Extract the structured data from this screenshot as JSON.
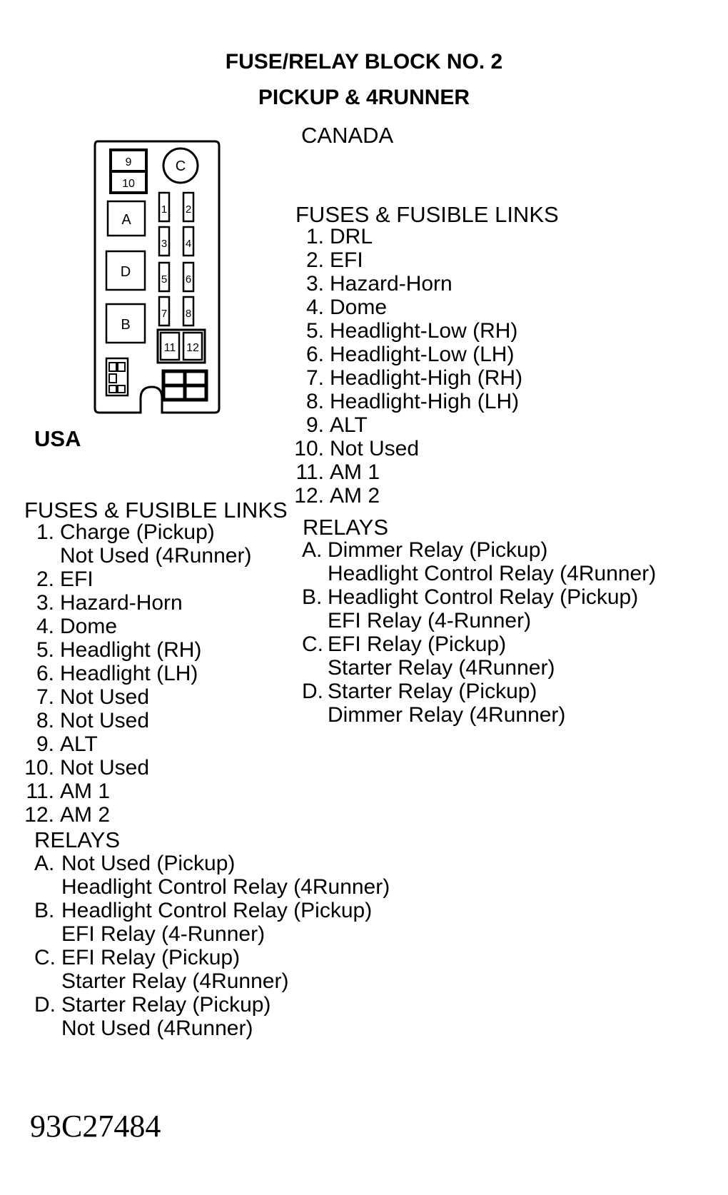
{
  "title_line1": "FUSE/RELAY BLOCK NO. 2",
  "title_line2": "PICKUP & 4RUNNER",
  "diagram": {
    "slots": [
      "9",
      "10",
      "C",
      "1",
      "2",
      "A",
      "3",
      "4",
      "D",
      "5",
      "6",
      "7",
      "8",
      "B",
      "11",
      "12"
    ]
  },
  "canada": {
    "heading": "CANADA",
    "fuses_heading": "FUSES & FUSIBLE LINKS",
    "fuses": [
      {
        "num": "1.",
        "text": "DRL"
      },
      {
        "num": "2.",
        "text": "EFI"
      },
      {
        "num": "3.",
        "text": "Hazard-Horn"
      },
      {
        "num": "4.",
        "text": "Dome"
      },
      {
        "num": "5.",
        "text": "Headlight-Low (RH)"
      },
      {
        "num": "6.",
        "text": "Headlight-Low (LH)"
      },
      {
        "num": "7.",
        "text": "Headlight-High (RH)"
      },
      {
        "num": "8.",
        "text": "Headlight-High (LH)"
      },
      {
        "num": "9.",
        "text": "ALT"
      },
      {
        "num": "10.",
        "text": "Not Used"
      },
      {
        "num": "11.",
        "text": "AM 1"
      },
      {
        "num": "12.",
        "text": "AM 2"
      }
    ],
    "relays_heading": "RELAYS",
    "relays": [
      {
        "num": "A.",
        "text": "Dimmer Relay (Pickup)"
      },
      {
        "num": "",
        "text": "Headlight Control Relay (4Runner)"
      },
      {
        "num": "B.",
        "text": "Headlight Control Relay (Pickup)"
      },
      {
        "num": "",
        "text": "EFI Relay (4-Runner)"
      },
      {
        "num": "C.",
        "text": "EFI Relay (Pickup)"
      },
      {
        "num": "",
        "text": "Starter Relay (4Runner)"
      },
      {
        "num": "D.",
        "text": "Starter Relay (Pickup)"
      },
      {
        "num": "",
        "text": "Dimmer Relay (4Runner)"
      }
    ]
  },
  "usa": {
    "heading": "USA",
    "fuses_heading": "FUSES & FUSIBLE LINKS",
    "fuses": [
      {
        "num": "1.",
        "text": "Charge (Pickup)"
      },
      {
        "num": "",
        "text": "Not Used (4Runner)"
      },
      {
        "num": "2.",
        "text": "EFI"
      },
      {
        "num": "3.",
        "text": "Hazard-Horn"
      },
      {
        "num": "4.",
        "text": "Dome"
      },
      {
        "num": "5.",
        "text": "Headlight (RH)"
      },
      {
        "num": "6.",
        "text": "Headlight (LH)"
      },
      {
        "num": "7.",
        "text": "Not Used"
      },
      {
        "num": "8.",
        "text": "Not Used"
      },
      {
        "num": "9.",
        "text": "ALT"
      },
      {
        "num": "10.",
        "text": "Not Used"
      },
      {
        "num": "11.",
        "text": "AM 1"
      },
      {
        "num": "12.",
        "text": "AM 2"
      }
    ],
    "relays_heading": "RELAYS",
    "relays": [
      {
        "num": "A.",
        "text": "Not Used (Pickup)"
      },
      {
        "num": "",
        "text": "Headlight Control Relay (4Runner)"
      },
      {
        "num": "B.",
        "text": "Headlight Control Relay (Pickup)"
      },
      {
        "num": "",
        "text": "EFI Relay (4-Runner)"
      },
      {
        "num": "C.",
        "text": "EFI Relay (Pickup)"
      },
      {
        "num": "",
        "text": "Starter Relay (4Runner)"
      },
      {
        "num": "D.",
        "text": "Starter Relay (Pickup)"
      },
      {
        "num": "",
        "text": "Not Used (4Runner)"
      }
    ]
  },
  "figure_code": "93C27484"
}
